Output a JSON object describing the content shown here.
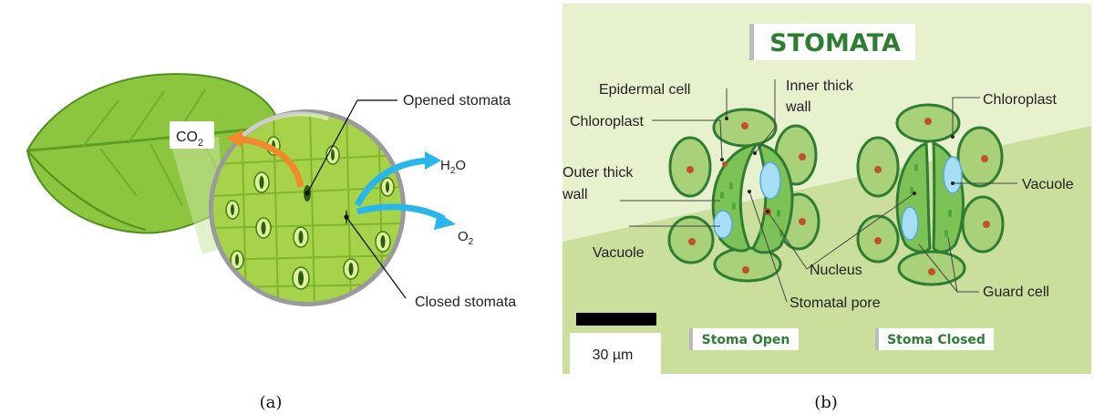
{
  "panel_a": {
    "caption": "(a)",
    "labels": {
      "opened": "Opened stomata",
      "closed": "Closed stomata",
      "co2_main": "CO",
      "co2_sub": "2",
      "h2o_h": "H",
      "h2o_sub": "2",
      "h2o_o": "O",
      "o2_main": "O",
      "o2_sub": "2"
    },
    "colors": {
      "leaf": "#8cc63f",
      "leaf_dark": "#4f8f1f",
      "co2_arrow": "#f08a2c",
      "water_arrow": "#29b6e8",
      "lens_rim": "#8a8a8a"
    }
  },
  "panel_b": {
    "caption": "(b)",
    "title": "STOMATA",
    "labels": {
      "epidermal": "Epidermal cell",
      "inner_1": "Inner  thick",
      "inner_2": "wall",
      "chloro_left": "Chloroplast",
      "chloro_right": "Chloroplast",
      "outer_1": "Outer  thick",
      "outer_2": "wall",
      "vacuole_left": "Vacuole",
      "vacuole_right": "Vacuole",
      "nucleus": "Nucleus",
      "pore": "Stomatal pore",
      "guard": "Guard cell"
    },
    "badges": {
      "open": "Stoma Open",
      "closed": "Stoma Closed"
    },
    "scale": "30 µm",
    "colors": {
      "bg_light": "#e8f1cd",
      "bg_dark": "#c9df9b",
      "cell": "#a9d17a",
      "cell_stroke": "#2e7d32",
      "guard": "#7cc257",
      "vacuole": "#a6dff5",
      "nucleus": "#c0522a",
      "title_text": "#2e7d32"
    }
  }
}
